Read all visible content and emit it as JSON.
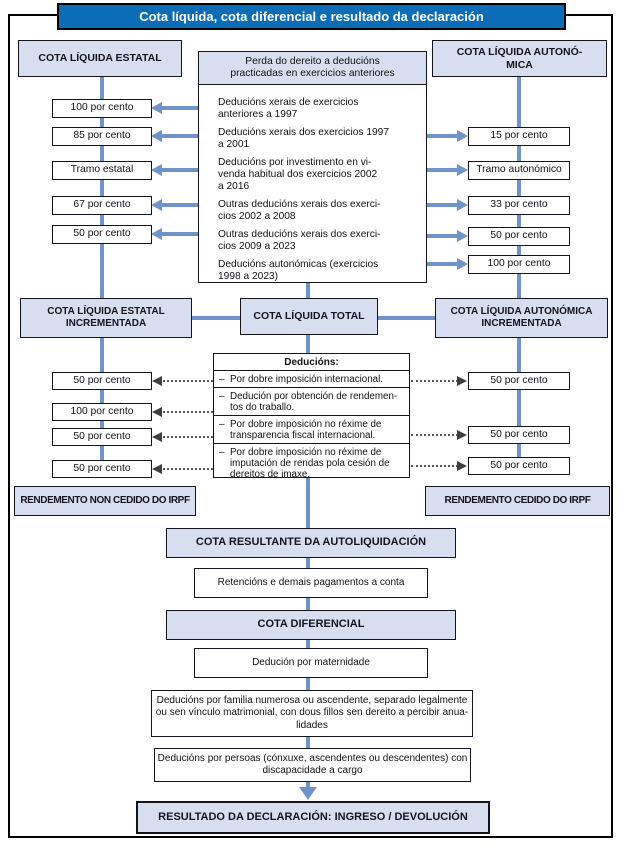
{
  "title": "Cota líquida, cota diferencial e resultado da declaración",
  "colors": {
    "title_bg": "#0d6cb6",
    "box_fill": "#d7def0",
    "connector_blue": "#6f94c9",
    "dotted_gray": "#555555",
    "border_dark": "#14141e"
  },
  "top": {
    "estatal": "COTA LÍQUIDA ESTATAL",
    "autonomica": "COTA LÍQUIDA AUTONÓ-\nMICA",
    "perda_header": "Perda do dereito a deducións\npracticadas en exercicios anteriores",
    "perda_items": [
      "Deducións xerais de exercicios\nanteriores a 1997",
      "Deducións xerais dos exercicios 1997\na 2001",
      "Deducións por investimento en vi-\nvenda habitual dos exercicios 2002\na 2016",
      "Outras deducións xerais dos exerci-\ncios 2002 a 2008",
      "Outras deducións xerais dos exerci-\ncios 2009 a 2023",
      "Deducións autonómicas (exercicios\n1998 a 2023)"
    ],
    "left_percents": [
      "100 por cento",
      "85 por cento",
      "Tramo estatal",
      "67 por cento",
      "50 por cento"
    ],
    "right_percents": [
      "15 por cento",
      "Tramo autonómico",
      "33 por cento",
      "50 por cento",
      "100 por cento"
    ]
  },
  "middle": {
    "inc_estatal": "COTA LÍQUIDA ESTATAL\nINCREMENTADA",
    "total": "COTA LÍQUIDA TOTAL",
    "inc_autonomica": "COTA LÍQUIDA AUTONÓMICA\nINCREMENTADA",
    "deducions_header": "Deducións:",
    "deducions_items": [
      {
        "dash": "–",
        "text": "Por dobre imposición internacional."
      },
      {
        "dash": "–",
        "text": "Dedución por obtención de rendemen-\ntos do traballo."
      },
      {
        "dash": "–",
        "text": "Por dobre imposición no réxime de\ntransparencia fiscal internacional."
      },
      {
        "dash": "–",
        "text": "Por dobre imposición no réxime de\nimputación de rendas pola cesión de\ndereitos de imaxe."
      }
    ],
    "left_percents": [
      "50 por cento",
      "100 por cento",
      "50 por cento",
      "50 por cento"
    ],
    "right_percents": [
      "50 por cento",
      "50 por cento",
      "50 por cento"
    ],
    "rendemento_non_cedido": "RENDEMENTO NON CEDIDO DO IRPF",
    "rendemento_cedido": "RENDEMENTO CEDIDO DO IRPF"
  },
  "bottom": {
    "cota_resultante": "COTA RESULTANTE DA AUTOLIQUIDACIÓN",
    "retencions": "Retencións e demais pagamentos a conta",
    "cota_diferencial": "COTA DIFERENCIAL",
    "maternidade": "Dedución por maternidade",
    "familia": "Deducións por familia numerosa ou ascendente, separado legalmente\nou sen vínculo matrimonial, con dous fillos sen dereito a percibir anua-\nlidades",
    "persoas": "Deducións por persoas (cónxuxe, ascendentes ou descendentes) con\ndiscapacidade a cargo",
    "resultado": "RESULTADO DA DECLARACIÓN: INGRESO / DEVOLUCIÓN"
  }
}
